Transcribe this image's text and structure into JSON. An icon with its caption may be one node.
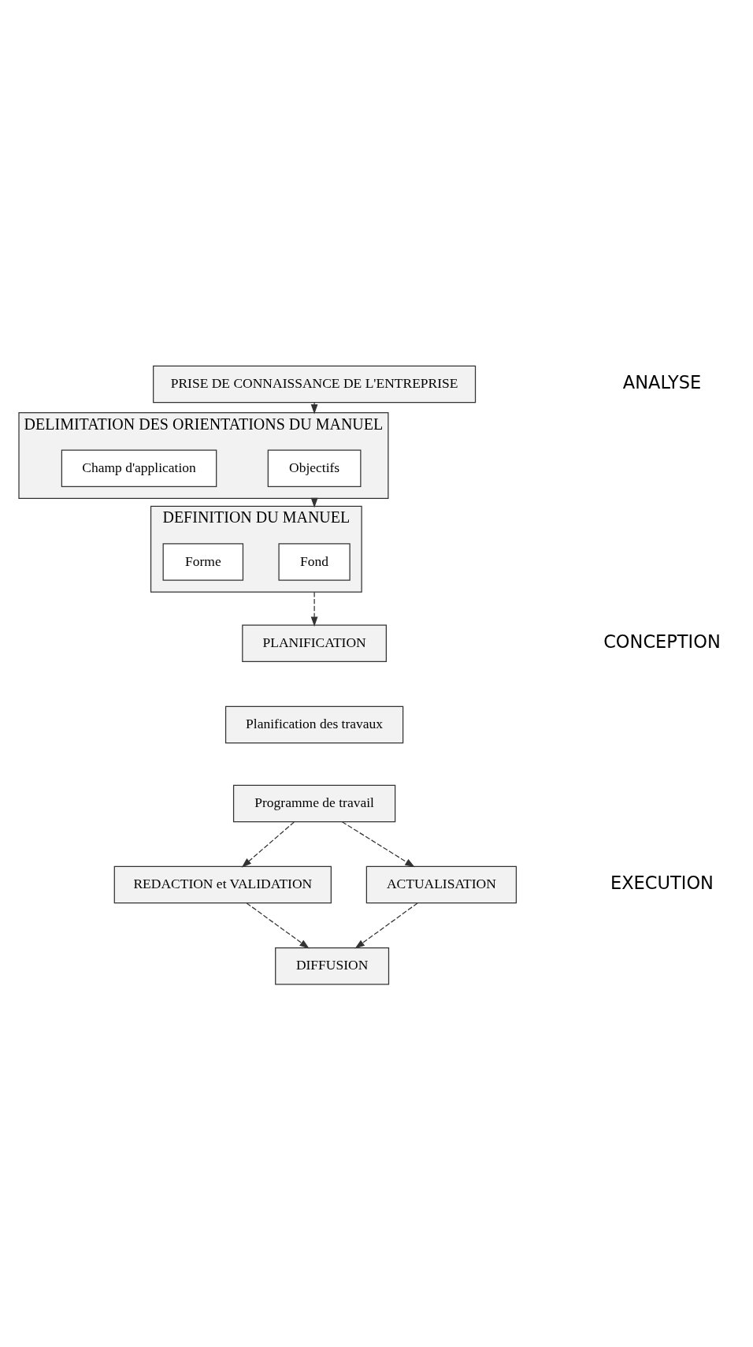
{
  "diagram": {
    "nodes": [
      {
        "text": [
          "PRISE DE CONNAISSANCE DE L'ENTREPRISE"
        ]
      },
      {
        "text": [
          "DELIMITATION DES ORIENTATIONS DU MANUEL"
        ]
      },
      {
        "text": [
          "Objectifs"
        ],
        "in": 1
      },
      {
        "text": [
          "Champ d'application"
        ],
        "in": 1
      },
      {
        "text": [
          "DEFINITION DU MANUEL"
        ]
      },
      {
        "text": [
          "Fond"
        ],
        "in": 4
      },
      {
        "text": [
          "Forme"
        ],
        "in": 4
      },
      {
        "text": [
          "PLANIFICATION"
        ]
      },
      {
        "text": [
          "Planification des travaux"
        ]
      },
      {
        "text": [
          "Programme de travail"
        ]
      },
      {
        "text": [
          "REDACTION et VALIDATION"
        ]
      },
      {
        "text": [
          "ACTUALISATION"
        ]
      },
      {
        "text": [
          "DIFFUSION"
        ]
      }
    ],
    "edges": [
      {
        "from": 0,
        "to": 1,
        "arrow": "to",
        "style": "dashed"
      },
      {
        "from": 1,
        "to": 4,
        "arrow": "to",
        "style": "dashed"
      },
      {
        "from": 4,
        "to": 7,
        "arrow": "to",
        "style": "dashed"
      },
      {
        "from": 9,
        "to": 10,
        "arrow": "to",
        "style": "dashed"
      },
      {
        "from": 9,
        "to": 11,
        "arrow": "to",
        "style": "dashed"
      },
      {
        "from": 10,
        "to": 12,
        "arrow": "to",
        "style": "dashed"
      },
      {
        "from": 11,
        "to": 12,
        "arrow": "to",
        "style": "dashed"
      }
    ],
    "labels": [
      "ANALYSE",
      "CONCEPTION",
      "EXECUTION"
    ]
  }
}
